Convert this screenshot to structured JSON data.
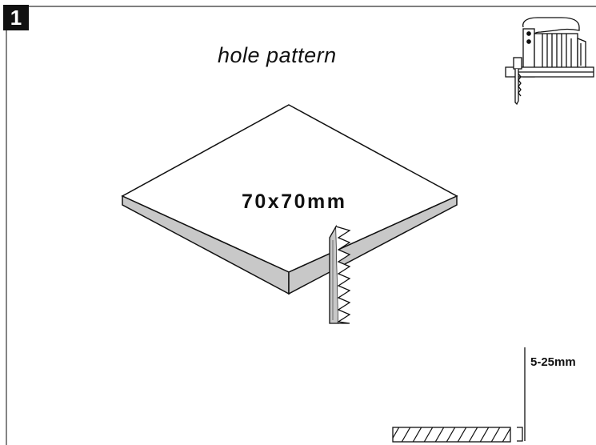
{
  "step": {
    "number": "1"
  },
  "title": "hole pattern",
  "panel": {
    "dimension": "70x70mm"
  },
  "thickness": {
    "range": "5-25mm"
  },
  "icons": [
    "jigsaw-icon",
    "saw-blade-icon",
    "workpiece-section-icon"
  ]
}
